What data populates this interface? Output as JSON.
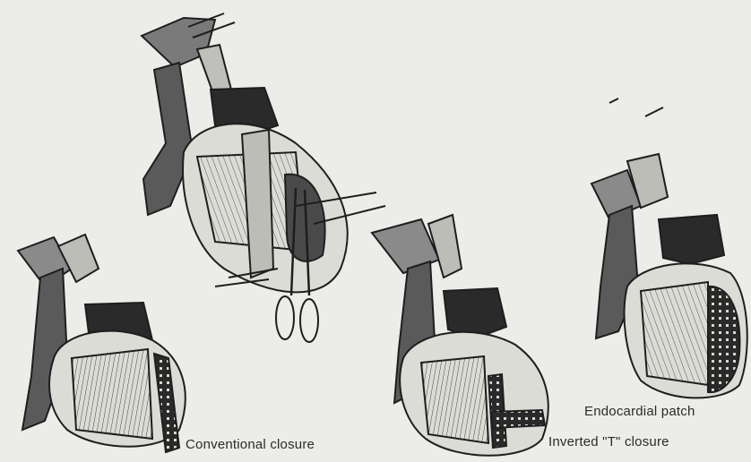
{
  "figure": {
    "captions": {
      "conventional": "Conventional closure",
      "inverted_t": "Inverted \"T\" closure",
      "endocardial": "Endocardial patch"
    },
    "colors": {
      "paper": "#ecece8",
      "ink": "#1e1e1e",
      "dark_fill": "#2a2a2a",
      "mid_fill": "#6b6b6b",
      "light_fill": "#d9d9d4"
    }
  }
}
